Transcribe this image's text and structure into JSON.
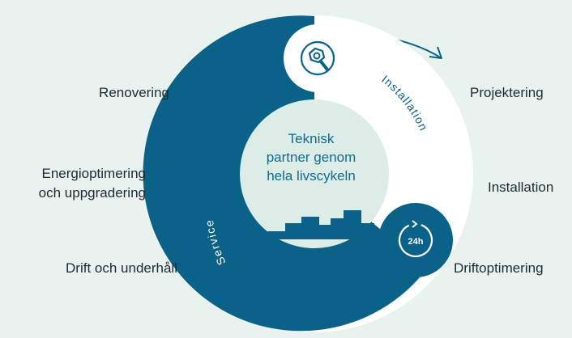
{
  "center": {
    "line1": "Teknisk",
    "line2": "partner genom",
    "line3": "hela livscykeln"
  },
  "ring": {
    "installation_label": "Installation",
    "service_label": "Service"
  },
  "phases_right": {
    "projektering": "Projektering",
    "installation": "Installation",
    "driftoptimering": "Driftoptimering"
  },
  "phases_left": {
    "renovering": "Renovering",
    "energi_line1": "Energioptimering",
    "energi_line2": "och uppgradering",
    "drift": "Drift och underhåll"
  },
  "badge_24h": "24h",
  "icons": [
    "wrench-nut-icon",
    "clock-24h-icon",
    "city-skyline-icon",
    "arrow-clockwise-icon"
  ],
  "colors": {
    "background": "#e8f3ef",
    "ring_dark": "#0a6289",
    "ring_light": "#ffffff",
    "center_text": "#0f6c92",
    "light_fill": "#dbede6"
  }
}
